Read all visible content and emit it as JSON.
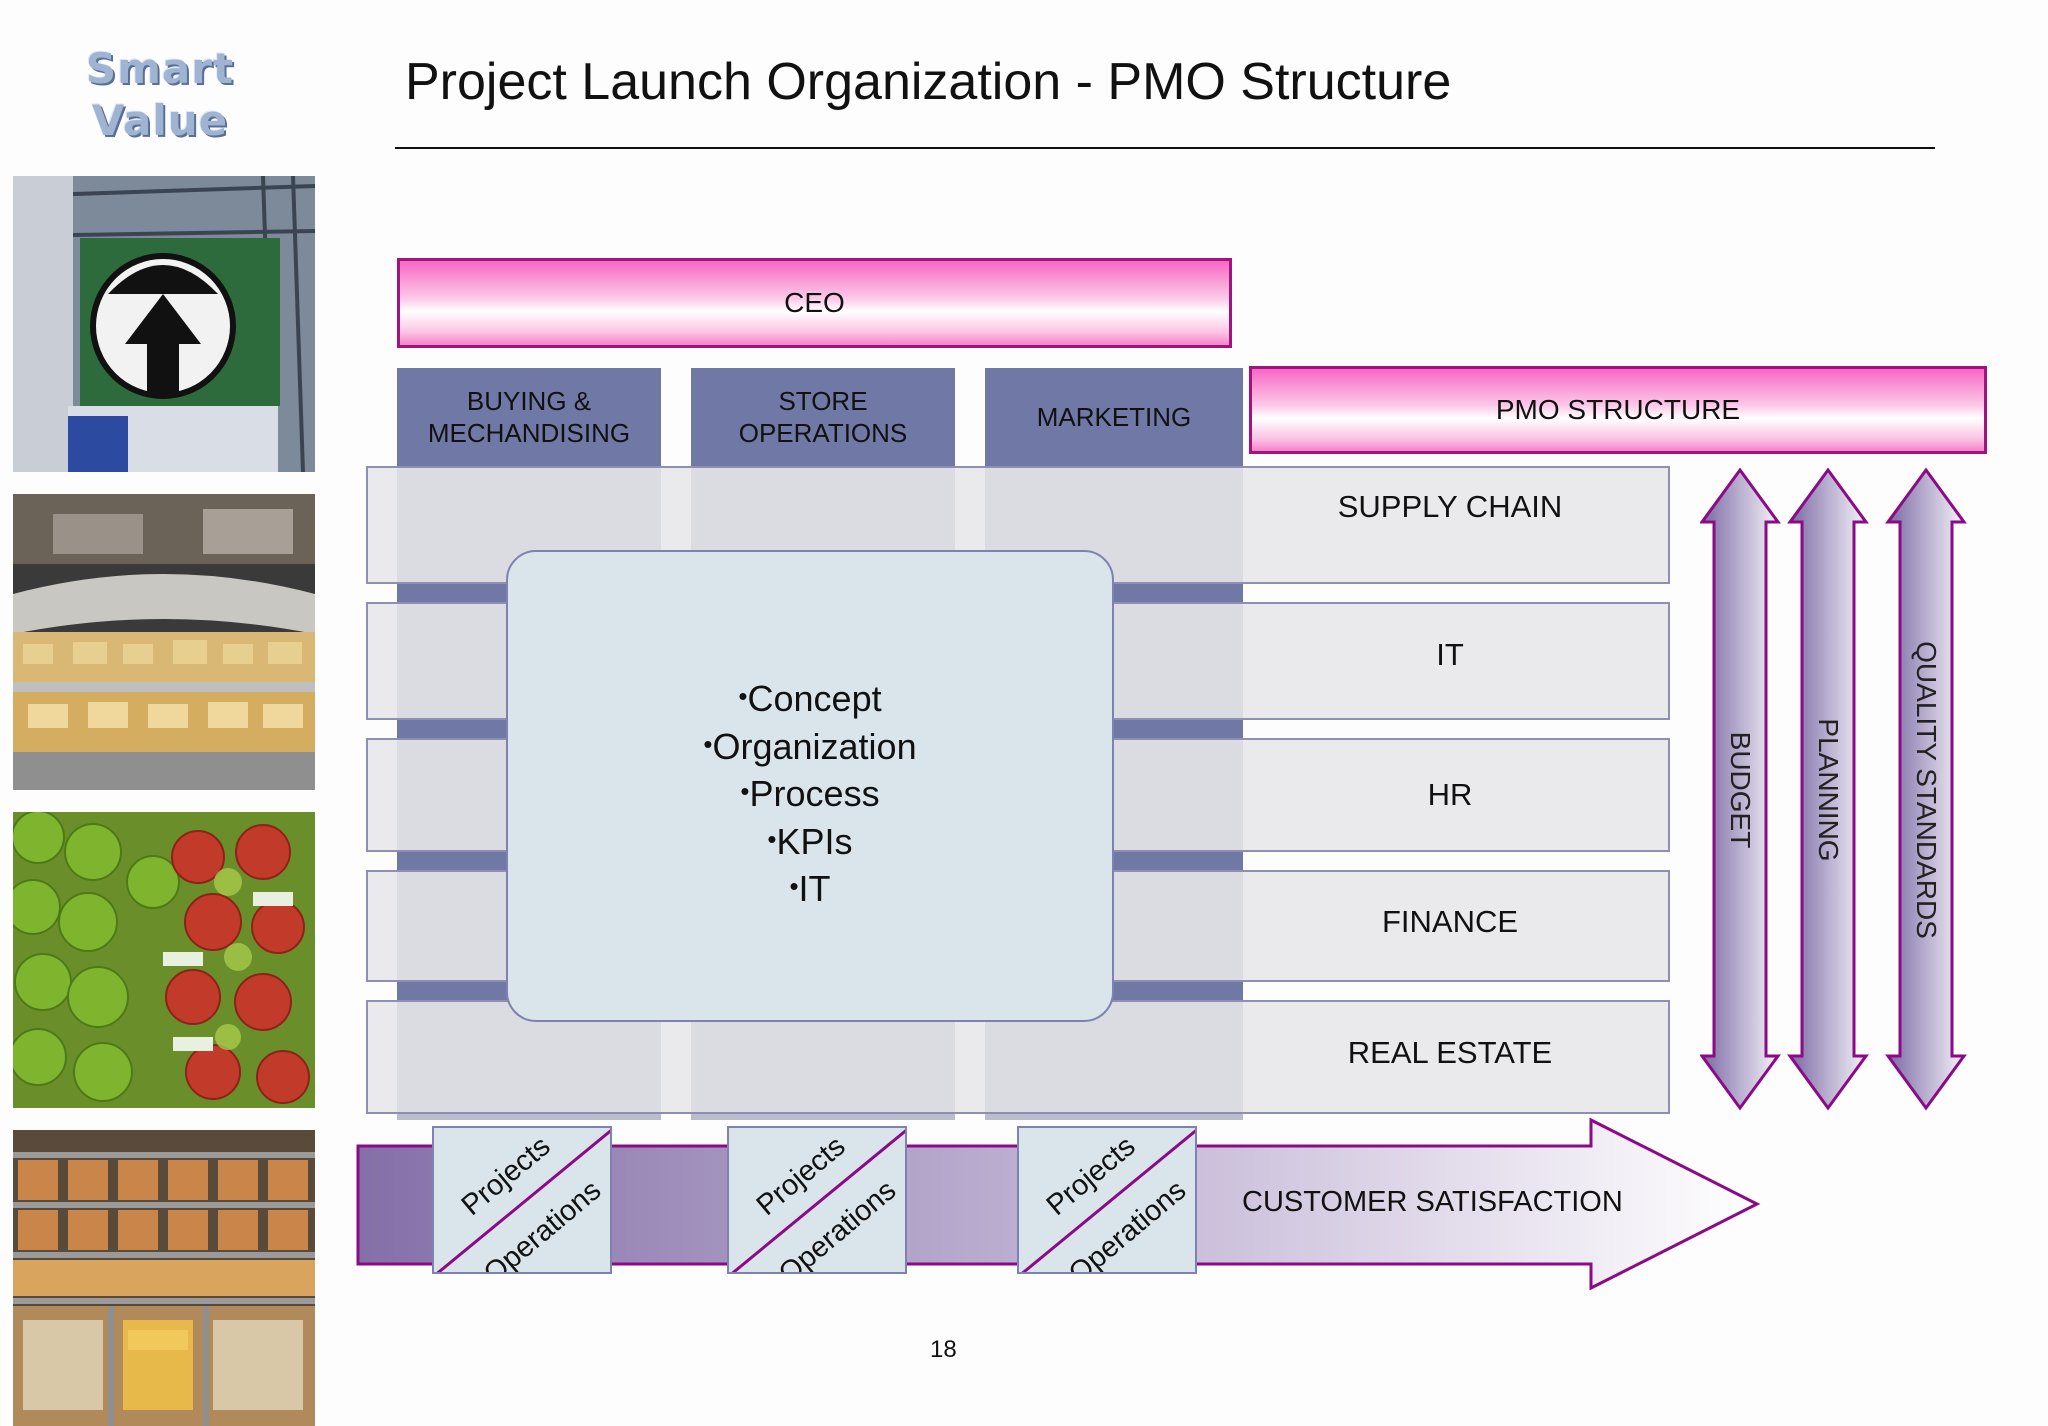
{
  "logo": {
    "line1": "Smart",
    "line2": "Value"
  },
  "title": "Project Launch Organization - PMO Structure",
  "org": {
    "ceo": "CEO",
    "departments": [
      "BUYING & MECHANDISING",
      "STORE OPERATIONS",
      "MARKETING"
    ],
    "pmo_header": "PMO STRUCTURE",
    "pmo_rows": [
      "SUPPLY CHAIN",
      "IT",
      "HR",
      "FINANCE",
      "REAL ESTATE"
    ],
    "center_bullets": [
      "Concept",
      "Organization",
      "Process",
      "KPIs",
      "IT"
    ],
    "vertical_arrows": [
      "BUDGET",
      "PLANNING",
      "QUALITY STANDARDS"
    ],
    "bottom_tiles": [
      {
        "top": "Projects",
        "bottom": "Operations"
      },
      {
        "top": "Projects",
        "bottom": "Operations"
      },
      {
        "top": "Projects",
        "bottom": "Operations"
      }
    ],
    "bottom_arrow_label": "CUSTOMER SATISFACTION"
  },
  "page_number": "18",
  "colors": {
    "accent_purple": "#7078a6",
    "pink_border": "#a0147f",
    "arrow_purple": "#8b0a86"
  }
}
